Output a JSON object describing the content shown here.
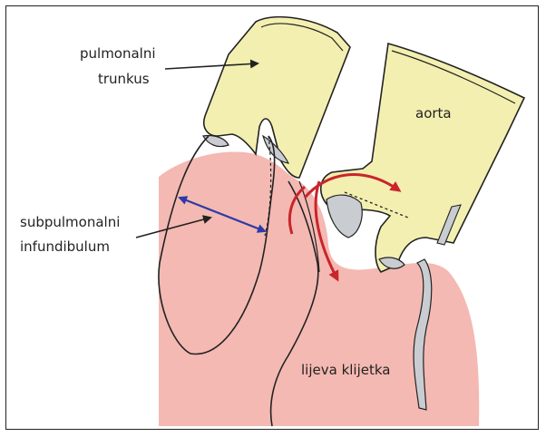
{
  "labels": {
    "pulmonalni_line1": "pulmonalni",
    "pulmonalni_line2": "trunkus",
    "aorta": "aorta",
    "infundibulum_line1": "subpulmonalni",
    "infundibulum_line2": "infundibulum",
    "ventricle": "lijeva klijetka"
  },
  "colors": {
    "vessel_fill": "#f3efb0",
    "muscle_fill": "#f4b9b2",
    "valve_fill": "#c9ccd0",
    "outline": "#222222",
    "flow_arrow": "#c9252c",
    "measure_arrow": "#2e3aa8"
  }
}
